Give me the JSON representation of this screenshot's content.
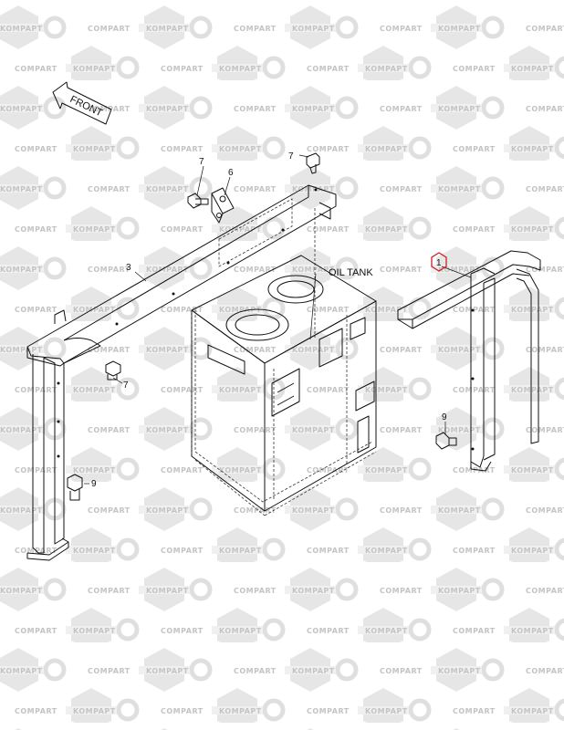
{
  "watermark": {
    "brand_left": "KOMPAPT",
    "brand_right": "COMPART",
    "color": "#c4c4c4"
  },
  "labels": {
    "front": "FRONT",
    "oil_tank": "OIL TANK"
  },
  "callouts": [
    {
      "id": "bolt-top",
      "text": "7"
    },
    {
      "id": "bolt-left",
      "text": "7"
    },
    {
      "id": "bracket",
      "text": "6"
    },
    {
      "id": "frame-left",
      "text": "3"
    },
    {
      "id": "frame-right",
      "text": "1"
    },
    {
      "id": "bolt-lower",
      "text": "7"
    },
    {
      "id": "bolt-right",
      "text": "9"
    },
    {
      "id": "bolt-foot",
      "text": "9"
    }
  ],
  "highlight_color": "#d21e1e"
}
